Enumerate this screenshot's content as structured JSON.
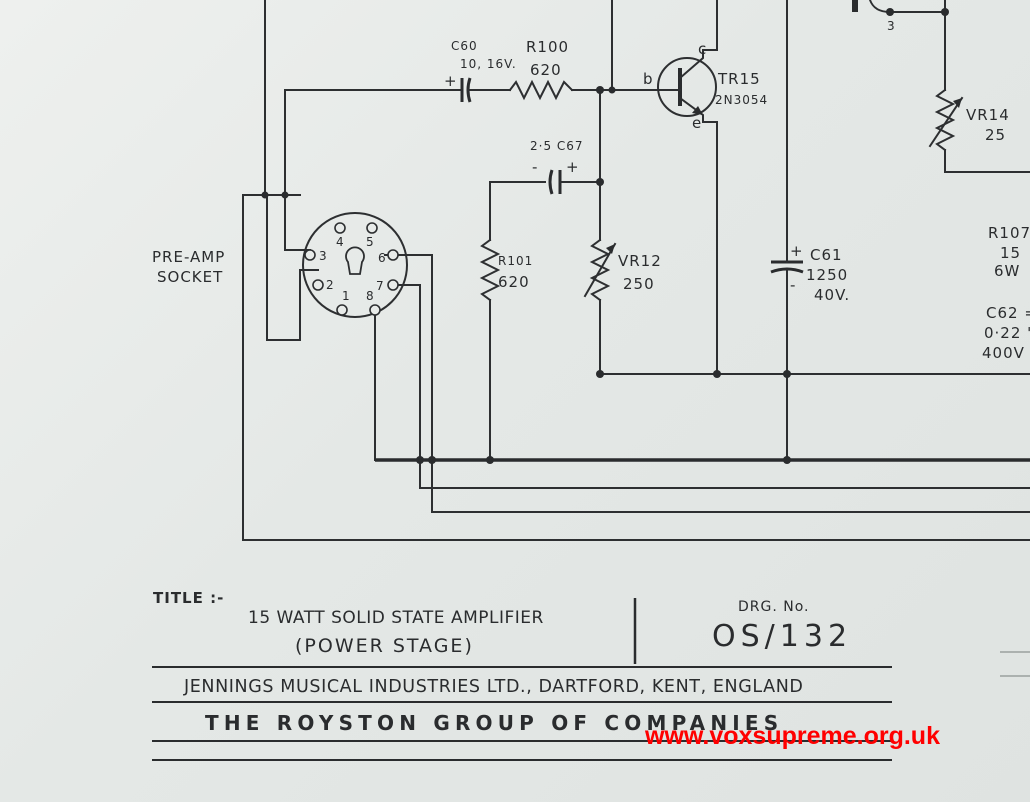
{
  "schematic": {
    "socket": {
      "label_line1": "PRE-AMP",
      "label_line2": "SOCKET",
      "pins": [
        "1",
        "2",
        "3",
        "4",
        "5",
        "6",
        "7",
        "8"
      ]
    },
    "c60": {
      "ref": "C60",
      "value": "10, 16V.",
      "plus": "+"
    },
    "r100": {
      "ref": "R100",
      "value": "620"
    },
    "tr15": {
      "ref": "TR15",
      "type": "2N3054",
      "base": "b",
      "collector": "c",
      "emitter": "e"
    },
    "c67": {
      "label": "2·5 C67",
      "minus": "-",
      "plus": "+"
    },
    "r101": {
      "ref": "R101",
      "value": "620"
    },
    "vr12": {
      "ref": "VR12",
      "value": "250"
    },
    "c61": {
      "ref": "C61",
      "value": "1250",
      "voltage": "40V.",
      "plus": "+",
      "minus": "-"
    },
    "vr14": {
      "ref": "VR14",
      "value": "25"
    },
    "r107": {
      "ref": "R107",
      "value": "15",
      "power": "6W"
    },
    "c62": {
      "ref": "C62 =",
      "value": "0·22 \"",
      "voltage": "400V"
    },
    "node3": "3"
  },
  "title_block": {
    "title_label": "TITLE :-",
    "title_line1": "15 WATT SOLID STATE AMPLIFIER",
    "title_line2": "(POWER STAGE)",
    "drg_label": "DRG. No.",
    "drg_number": "OS/132",
    "company": "JENNINGS MUSICAL INDUSTRIES LTD., DARTFORD, KENT, ENGLAND",
    "group": "THE ROYSTON GROUP OF COMPANIES"
  },
  "watermark": {
    "text": "www.voxsupreme.org.uk",
    "color": "#ff0000"
  },
  "colors": {
    "ink": "#2a2c2e",
    "paper": "#e8ebe9"
  }
}
